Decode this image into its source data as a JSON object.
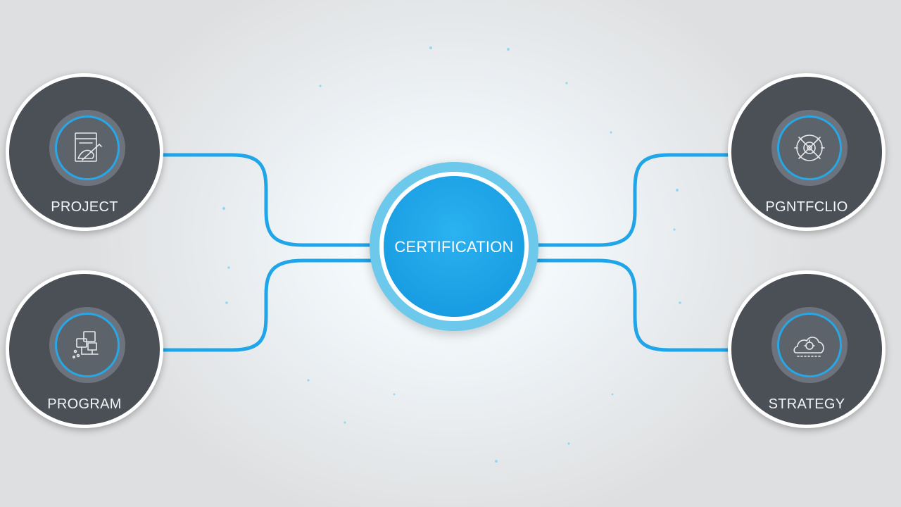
{
  "hub": {
    "label": "CERTIFICATION"
  },
  "nodes": [
    {
      "id": "project",
      "label": "PROJECT",
      "icon": "document-pencil-icon"
    },
    {
      "id": "program",
      "label": "PROGRAM",
      "icon": "workflow-chart-icon"
    },
    {
      "id": "portfolio",
      "label": "PGNTFCLIO",
      "icon": "target-gear-icon"
    },
    {
      "id": "strategy",
      "label": "STRATEGY",
      "icon": "cloud-gear-icon"
    }
  ],
  "colors": {
    "connector": "#1fa5e8",
    "node_fill": "#4b4f56",
    "hub_fill": "#1a9ee3",
    "hub_ring": "#6cc9ec"
  }
}
